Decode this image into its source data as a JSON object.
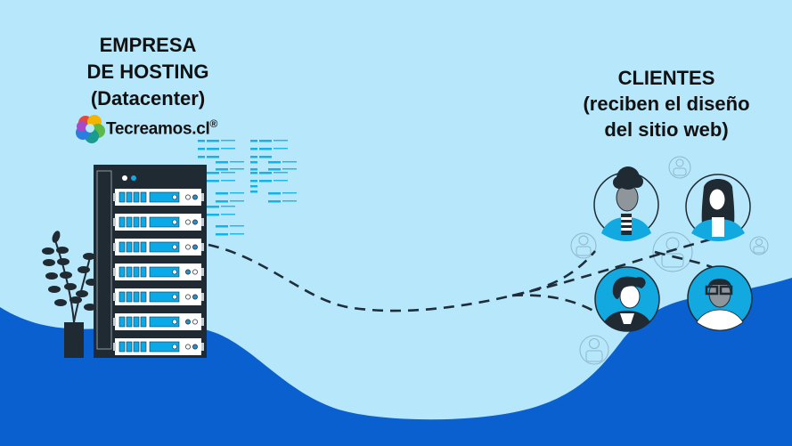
{
  "left_block": {
    "title_lines": [
      "EMPRESA",
      "DE HOSTING",
      "(Datacenter)"
    ],
    "logo_text": "Tecreamos.cl",
    "logo_mark": "®"
  },
  "right_block": {
    "title_lines": [
      "CLIENTES",
      "(reciben el diseño",
      "del sitio web)"
    ]
  },
  "colors": {
    "sky": "#b7e7fb",
    "wave": "#0a60cf",
    "rack": "#1f2a33",
    "accent": "#0aaaea",
    "dash": "#1e2e3a"
  },
  "server_rack": {
    "unit_count": 7,
    "status_leds": [
      [
        "off",
        "on"
      ],
      [
        "off",
        "on"
      ],
      [
        "off",
        "on"
      ],
      [
        "on",
        "off"
      ],
      [
        "off",
        "on"
      ],
      [
        "on",
        "off"
      ],
      [
        "off",
        "on"
      ]
    ]
  },
  "clients": [
    {
      "name": "client-woman-curly-hair",
      "frame": "light"
    },
    {
      "name": "client-woman-long-hair",
      "frame": "light"
    },
    {
      "name": "client-woman-short-hair",
      "frame": "blue"
    },
    {
      "name": "client-man-glasses",
      "frame": "blue"
    }
  ]
}
